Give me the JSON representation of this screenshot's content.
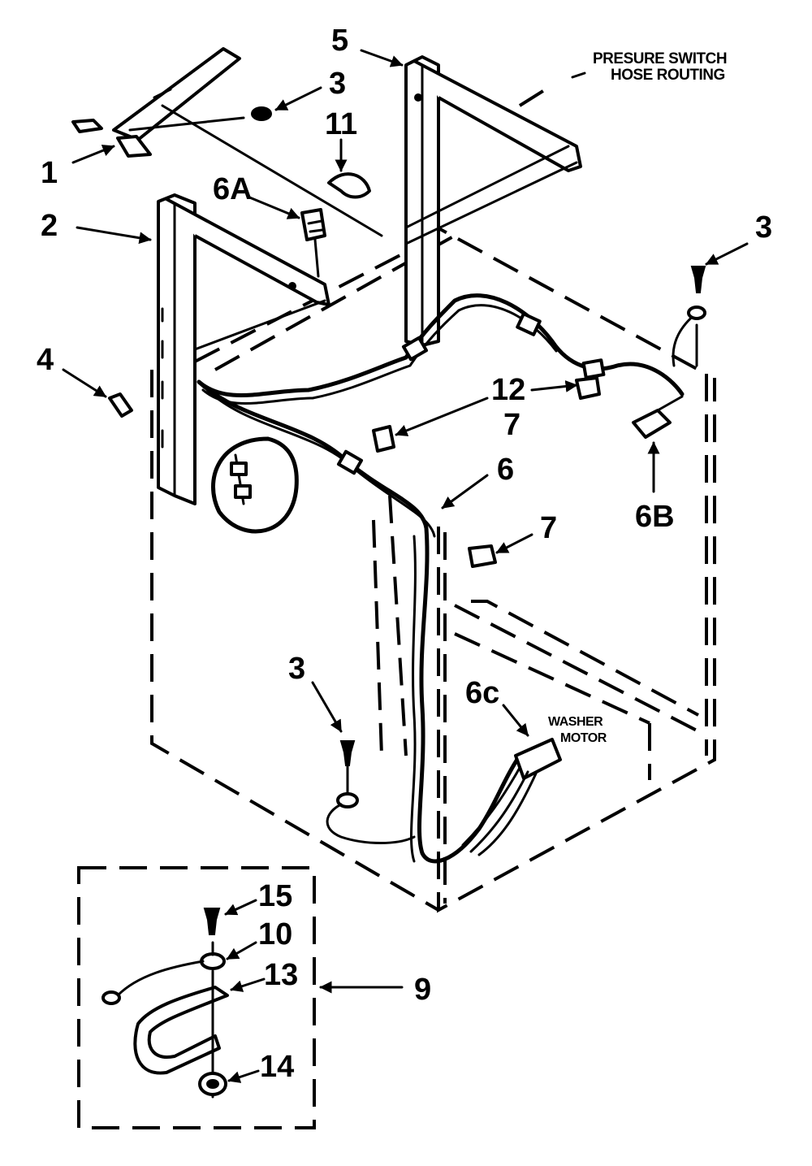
{
  "callouts": {
    "c1": "1",
    "c2": "2",
    "c3_top": "3",
    "c3_right": "3",
    "c3_bottom": "3",
    "c4": "4",
    "c5": "5",
    "c6": "6",
    "c6a": "6A",
    "c6b": "6B",
    "c6c": "6c",
    "c7_upper": "7",
    "c7_lower": "7",
    "c9": "9",
    "c10": "10",
    "c11": "11",
    "c12": "12",
    "c13": "13",
    "c14": "14",
    "c15": "15"
  },
  "notes": {
    "pressure_switch_line1": "PRESURE SWITCH",
    "pressure_switch_line2": "HOSE ROUTING",
    "washer_motor_line1": "WASHER",
    "washer_motor_line2": "MOTOR"
  }
}
